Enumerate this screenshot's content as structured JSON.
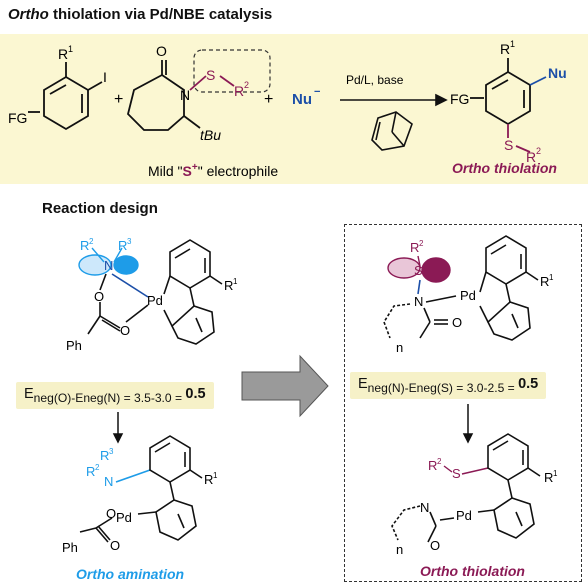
{
  "header": {
    "title_italic": "Ortho",
    "title_rest": " thiolation via Pd/NBE catalysis"
  },
  "scheme": {
    "fg": "FG",
    "r1": "R",
    "r1_sup": "1",
    "iodo": "I",
    "plus": "+",
    "carbonyl_o": "O",
    "amide_n": "N",
    "s": "S",
    "r2": "R",
    "r2_sup": "2",
    "tbu": "tBu",
    "nu": "Nu",
    "nu_charge": "−",
    "arrow_label": "Pd/L, base",
    "electrophile_pre": "Mild \"",
    "electrophile_s": "S",
    "electrophile_charge": "+",
    "electrophile_post": "\" electrophile",
    "product_nu": "Nu",
    "product_caption": "Ortho thiolation"
  },
  "design": {
    "label": "Reaction design",
    "left_eq_pre": "E",
    "left_eq": "neg(O)-E",
    "left_eq_mid": "neg(N) = 3.5-3.0 = ",
    "left_eq_val": "0.5",
    "right_eq_mid": "neg(N)-E",
    "right_eq_mid2": "neg(S) = 3.0-2.5 = ",
    "right_eq_val": "0.5",
    "pd": "Pd",
    "o": "O",
    "n": "N",
    "ph": "Ph",
    "r3": "R",
    "r3_sup": "3",
    "n_index": "n",
    "left_caption": "Ortho amination",
    "right_caption": "Ortho thiolation"
  },
  "colors": {
    "panel_bg": "#fbf7d2",
    "eq_bg": "#f6f1c8",
    "purple": "#8b1a55",
    "blue": "#1c4fa8",
    "cyan": "#1e9ce8",
    "arrow_gray": "#9a9a9a"
  }
}
